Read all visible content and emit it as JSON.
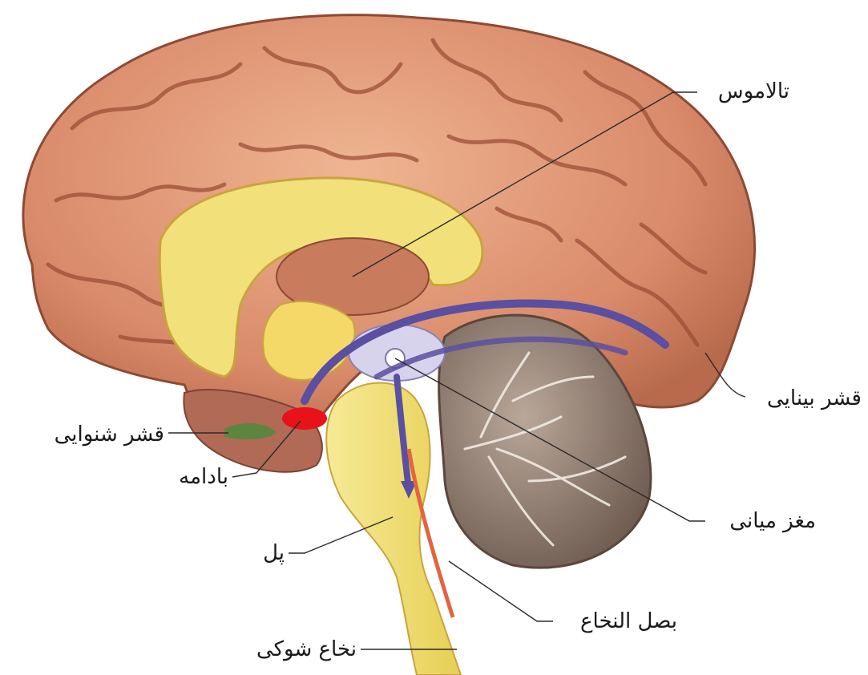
{
  "labels": {
    "thalamus": "تالاموس",
    "visual_cortex": "قشر بینایی",
    "auditory_cortex": "قشر شنوایی",
    "amygdala": "بادامه",
    "midbrain": "مغز میانی",
    "pons": "پل",
    "medulla": "بصل النخاع",
    "spinal_cord": "نخاع شوکی"
  },
  "colors": {
    "cortex": "#d98a6a",
    "cortex_dark": "#9c4f37",
    "inner_yellow": "#f2e07a",
    "thalamus": "#c97b5e",
    "cerebellum": "#8a7468",
    "amygdala": "#e8121a",
    "pathway": "#5a4fa0",
    "auditory": "#4f8a3c"
  }
}
